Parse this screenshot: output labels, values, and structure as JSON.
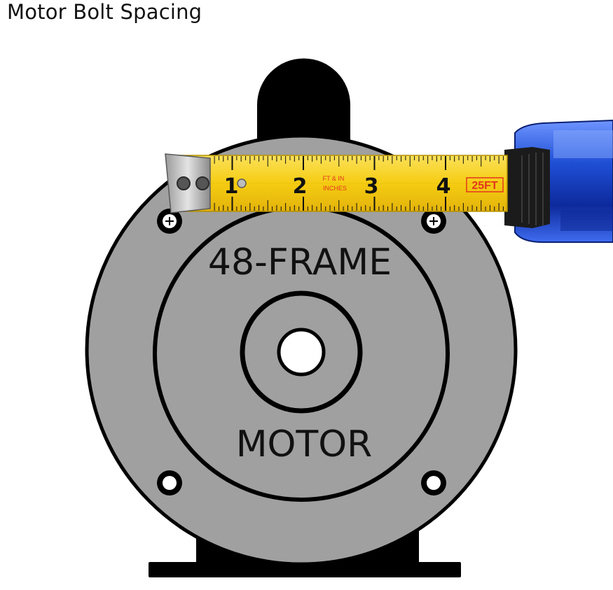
{
  "title": "Motor Bolt Spacing",
  "motor": {
    "frame_label": "48-FRAME",
    "name_label": "MOTOR",
    "body_color": "#a0a0a0",
    "outline_color": "#000000"
  },
  "tape": {
    "numbers": [
      "1",
      "2",
      "3",
      "4"
    ],
    "brand_line1": "FT & IN",
    "brand_line2": "INCHES",
    "rating": "25FT",
    "blade_color": "#f7d21c",
    "case_color": "#1f4fd6"
  },
  "icons": {
    "bolt_marker": "plus-in-circle",
    "bolt_hole": "open-circle"
  }
}
